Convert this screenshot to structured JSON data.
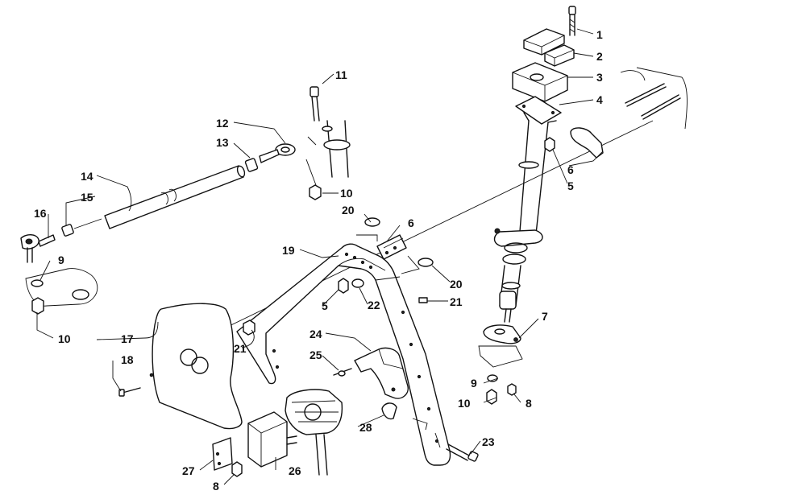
{
  "callouts": [
    {
      "id": "c1",
      "label": "1"
    },
    {
      "id": "c2",
      "label": "2"
    },
    {
      "id": "c3",
      "label": "3"
    },
    {
      "id": "c4",
      "label": "4"
    },
    {
      "id": "c5a",
      "label": "5"
    },
    {
      "id": "c5b",
      "label": "5"
    },
    {
      "id": "c6a",
      "label": "6"
    },
    {
      "id": "c6b",
      "label": "6"
    },
    {
      "id": "c7",
      "label": "7"
    },
    {
      "id": "c8a",
      "label": "8"
    },
    {
      "id": "c8b",
      "label": "8"
    },
    {
      "id": "c9a",
      "label": "9"
    },
    {
      "id": "c9b",
      "label": "9"
    },
    {
      "id": "c10a",
      "label": "10"
    },
    {
      "id": "c10b",
      "label": "10"
    },
    {
      "id": "c10c",
      "label": "10"
    },
    {
      "id": "c11",
      "label": "11"
    },
    {
      "id": "c12",
      "label": "12"
    },
    {
      "id": "c13",
      "label": "13"
    },
    {
      "id": "c14",
      "label": "14"
    },
    {
      "id": "c15",
      "label": "15"
    },
    {
      "id": "c16",
      "label": "16"
    },
    {
      "id": "c17",
      "label": "17"
    },
    {
      "id": "c18",
      "label": "18"
    },
    {
      "id": "c19",
      "label": "19"
    },
    {
      "id": "c20a",
      "label": "20"
    },
    {
      "id": "c20b",
      "label": "20"
    },
    {
      "id": "c21a",
      "label": "21"
    },
    {
      "id": "c21b",
      "label": "21"
    },
    {
      "id": "c22",
      "label": "22"
    },
    {
      "id": "c23",
      "label": "23"
    },
    {
      "id": "c24",
      "label": "24"
    },
    {
      "id": "c25",
      "label": "25"
    },
    {
      "id": "c26",
      "label": "26"
    },
    {
      "id": "c27",
      "label": "27"
    },
    {
      "id": "c28",
      "label": "28"
    }
  ]
}
